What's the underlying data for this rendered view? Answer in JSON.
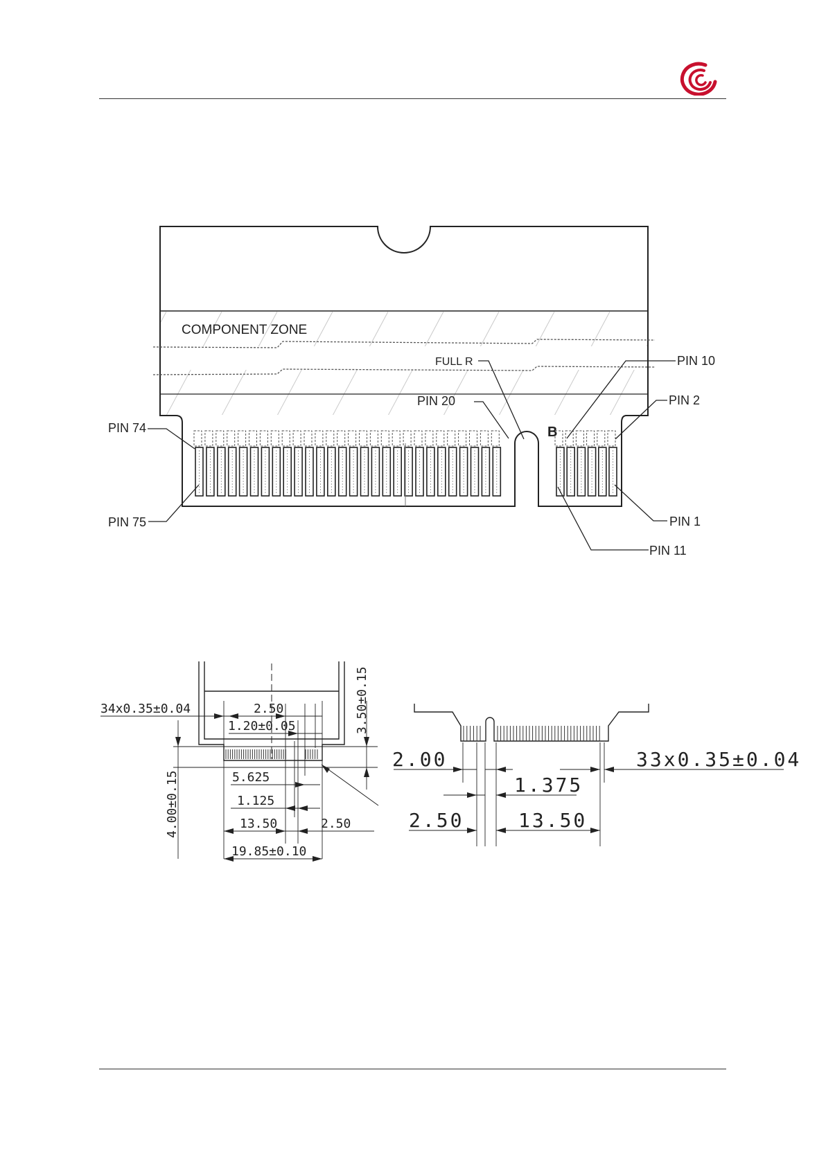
{
  "colors": {
    "logo": "#c8102e",
    "ink": "#222222",
    "rule": "#333333"
  },
  "header": {
    "logo_icon": "swirl-logo-icon"
  },
  "figure1": {
    "component_zone": "COMPONENT ZONE",
    "full_r": "FULL R",
    "key_letter": "B",
    "pins": {
      "pin10": "PIN 10",
      "pin2": "PIN 2",
      "pin20": "PIN 20",
      "pin74": "PIN 74",
      "pin75": "PIN 75",
      "pin1": "PIN 1",
      "pin11": "PIN 11"
    }
  },
  "figure2": {
    "left": {
      "pitch": "34x0.35±0.04",
      "d_2_50_top": "2.50",
      "d_1_20": "1.20±0.05",
      "d_3_50": "3.50±0.15",
      "d_4_00": "4.00±0.15",
      "d_5_625": "5.625",
      "d_1_125": "1.125",
      "d_13_50": "13.50",
      "d_2_50_bottom": "2.50",
      "d_19_85": "19.85±0.10"
    },
    "right": {
      "d_2_00": "2.00",
      "pitch": "33x0.35±0.04",
      "d_1_375": "1.375",
      "d_2_50": "2.50",
      "d_13_50": "13.50"
    }
  }
}
